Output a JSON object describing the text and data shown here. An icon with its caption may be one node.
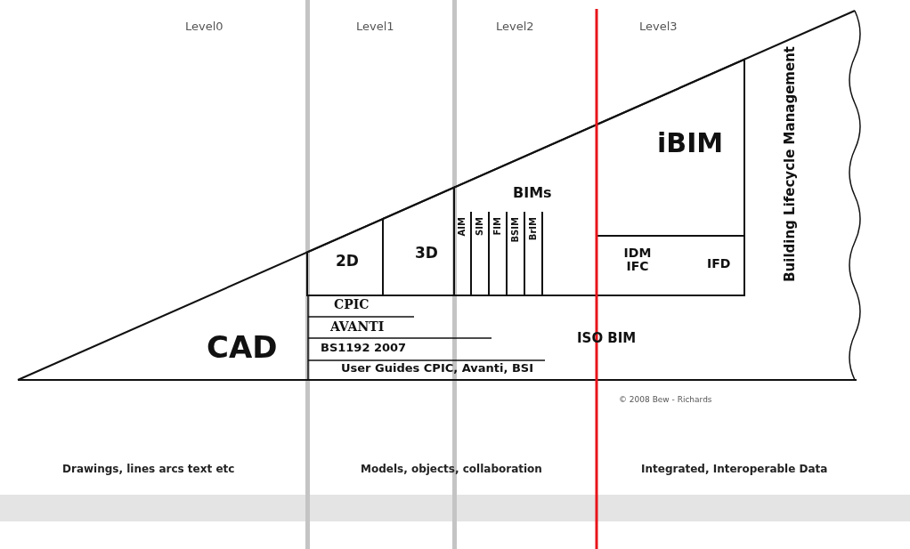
{
  "diagram": {
    "nodes": [
      {
        "text": [
          "2D"
        ]
      },
      {
        "text": [
          "3D"
        ]
      },
      {
        "text": [
          "BIMs"
        ]
      },
      {
        "text": [
          "AIM"
        ],
        "in": 2
      },
      {
        "text": [
          "SIM"
        ],
        "in": 2
      },
      {
        "text": [
          "FIM"
        ],
        "in": 2
      },
      {
        "text": [
          "BSIM"
        ],
        "in": 2
      },
      {
        "text": [
          "BrIM"
        ],
        "in": 2
      },
      {
        "text": [
          "iBIM"
        ]
      },
      {
        "text": [
          "IDM IFC",
          "IFD"
        ]
      }
    ],
    "labels": [
      "Level0",
      "Level1",
      "Level2",
      "Level3",
      "Building Lifecycle Management",
      "CAD",
      "CPIC",
      "AVANTI",
      "ISO BIM",
      "BS1192 2007",
      "User Guides CPIC, Avanti, BSI",
      "© 2008 Bew - Richards",
      "Drawings, lines arcs text etc",
      "Models, objects, collaboration",
      "Integrated, Interoperable Data"
    ]
  }
}
